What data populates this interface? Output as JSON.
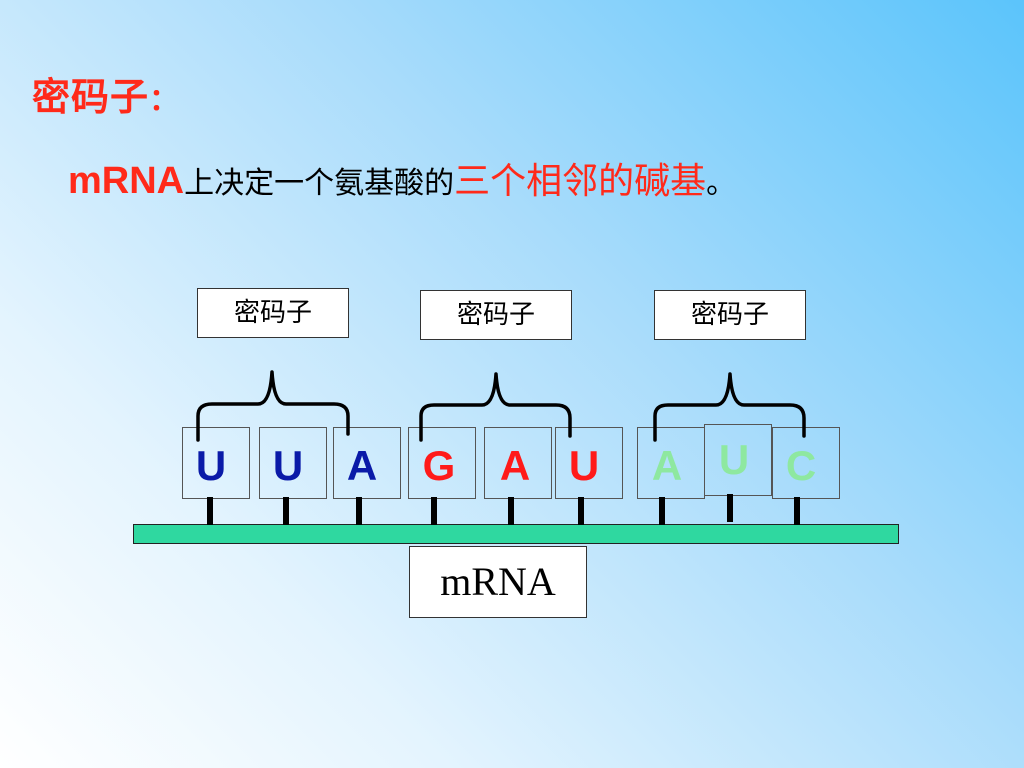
{
  "heading": {
    "term": "密码子",
    "colon": "："
  },
  "definition": {
    "prefix": "mRNA",
    "middle": "上决定一个氨基酸的",
    "highlight": "三个相邻的碱基",
    "suffix": "。"
  },
  "codon_labels": [
    "密码子",
    "密码子",
    "密码子"
  ],
  "bases": [
    {
      "letter": "U",
      "color": "#0a1aa8"
    },
    {
      "letter": "U",
      "color": "#0a1aa8"
    },
    {
      "letter": "A",
      "color": "#0a1aa8"
    },
    {
      "letter": "G",
      "color": "#ff1a1a"
    },
    {
      "letter": "A",
      "color": "#ff1a1a"
    },
    {
      "letter": "U",
      "color": "#ff1a1a"
    },
    {
      "letter": "A",
      "color": "#8ee8a0"
    },
    {
      "letter": "U",
      "color": "#8ee8a0"
    },
    {
      "letter": "C",
      "color": "#8ee8a0"
    }
  ],
  "strand_label": "mRNA",
  "colors": {
    "highlight": "#ff2a1a",
    "strand": "#2fd8a0"
  }
}
